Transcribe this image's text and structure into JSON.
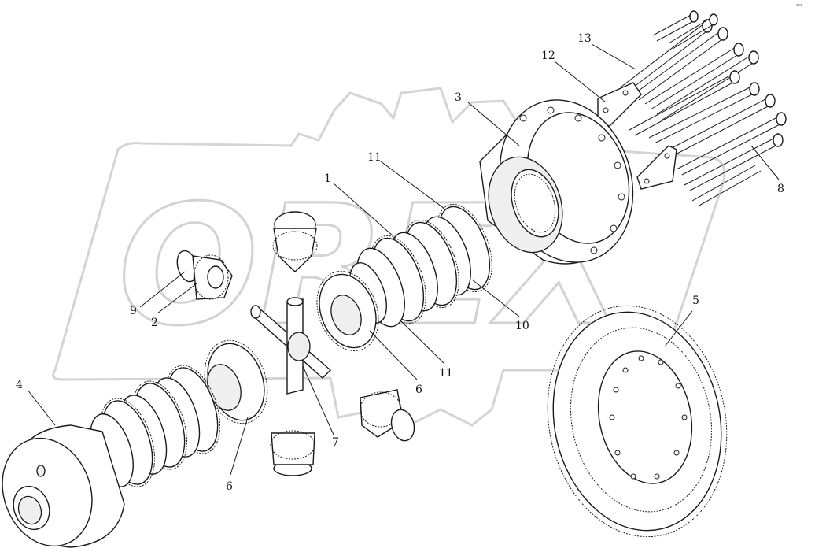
{
  "watermark": {
    "brand": "OREX"
  },
  "corner_mark": "°°°",
  "callouts": [
    {
      "id": "c1",
      "label": "1"
    },
    {
      "id": "c2",
      "label": "2"
    },
    {
      "id": "c3",
      "label": "3"
    },
    {
      "id": "c4",
      "label": "4"
    },
    {
      "id": "c5",
      "label": "5"
    },
    {
      "id": "c6a",
      "label": "6"
    },
    {
      "id": "c6b",
      "label": "6"
    },
    {
      "id": "c7",
      "label": "7"
    },
    {
      "id": "c8",
      "label": "8"
    },
    {
      "id": "c9",
      "label": "9"
    },
    {
      "id": "c10",
      "label": "10"
    },
    {
      "id": "c11a",
      "label": "11"
    },
    {
      "id": "c11b",
      "label": "11"
    },
    {
      "id": "c12",
      "label": "12"
    },
    {
      "id": "c13",
      "label": "13"
    }
  ]
}
